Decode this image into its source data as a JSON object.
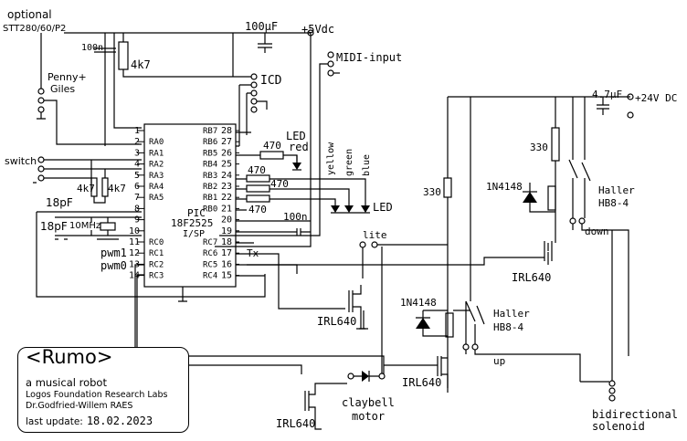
{
  "info": {
    "title": "<Rumo>",
    "subtitle": "a musical robot",
    "org": "Logos Foundation Research Labs",
    "author": "Dr.Godfried-Willem RAES",
    "update_label": "last update:",
    "update_date": "18.02.2023"
  },
  "labels": {
    "optional": "optional",
    "stt": "STT280/60/P2",
    "c100n_top": "100n",
    "r4k7_top": "4k7",
    "c100uf": "100µF",
    "vdc5": "+5Vdc",
    "midi": "MIDI-input",
    "icd": "ICD",
    "penny": "Penny+",
    "giles": "Giles",
    "switch": "switch",
    "r4k7_a": "4k7",
    "r4k7_b": "4k7",
    "c18pf_a": "18pF",
    "c18pf_b": "18pF",
    "xtal": "10MHz",
    "pwm1": "pwm1",
    "pwm0": "pwm0",
    "led": "LED",
    "red": "red",
    "r470_1": "470",
    "r470_2": "470",
    "r470_3": "470",
    "r470_4": "470",
    "yellow": "yellow",
    "green": "green",
    "blue": "blue",
    "led2": "LED",
    "c100n_mid": "100n",
    "pic": "PIC",
    "pic_part": "18F2525",
    "isp": "I/SP",
    "tx": "Tx",
    "lite": "lite",
    "r330_a": "330",
    "r330_b": "330",
    "c47uf": "4.7µF",
    "vdc24": "+24V DC",
    "diode1": "1N4148",
    "diode2": "1N4148",
    "haller1": "Haller",
    "hb1": "HB8-4",
    "down": "down",
    "haller2": "Haller",
    "hb2": "HB8-4",
    "up": "up",
    "irl1": "IRL640",
    "irl2": "IRL640",
    "irl3": "IRL640",
    "irl4": "IRL640",
    "claybell": "claybell",
    "motor": "motor",
    "bidir": "bidirectional",
    "solenoid": "solenoid"
  },
  "pins_left": [
    {
      "num": "1",
      "name": ""
    },
    {
      "num": "2",
      "name": "RA0"
    },
    {
      "num": "3",
      "name": "RA1"
    },
    {
      "num": "4",
      "name": "RA2"
    },
    {
      "num": "5",
      "name": "RA3"
    },
    {
      "num": "6",
      "name": "RA4"
    },
    {
      "num": "7",
      "name": "RA5"
    },
    {
      "num": "8",
      "name": ""
    },
    {
      "num": "9",
      "name": ""
    },
    {
      "num": "10",
      "name": ""
    },
    {
      "num": "11",
      "name": "RC0"
    },
    {
      "num": "12",
      "name": "RC1"
    },
    {
      "num": "13",
      "name": "RC2"
    },
    {
      "num": "14",
      "name": "RC3"
    }
  ],
  "pins_right": [
    {
      "num": "28",
      "name": "RB7"
    },
    {
      "num": "27",
      "name": "RB6"
    },
    {
      "num": "26",
      "name": "RB5"
    },
    {
      "num": "25",
      "name": "RB4"
    },
    {
      "num": "24",
      "name": "RB3"
    },
    {
      "num": "23",
      "name": "RB2"
    },
    {
      "num": "22",
      "name": "RB1"
    },
    {
      "num": "21",
      "name": "RB0"
    },
    {
      "num": "20",
      "name": ""
    },
    {
      "num": "19",
      "name": ""
    },
    {
      "num": "18",
      "name": "RC7"
    },
    {
      "num": "17",
      "name": "RC6"
    },
    {
      "num": "16",
      "name": "RC5"
    },
    {
      "num": "15",
      "name": "RC4"
    }
  ]
}
